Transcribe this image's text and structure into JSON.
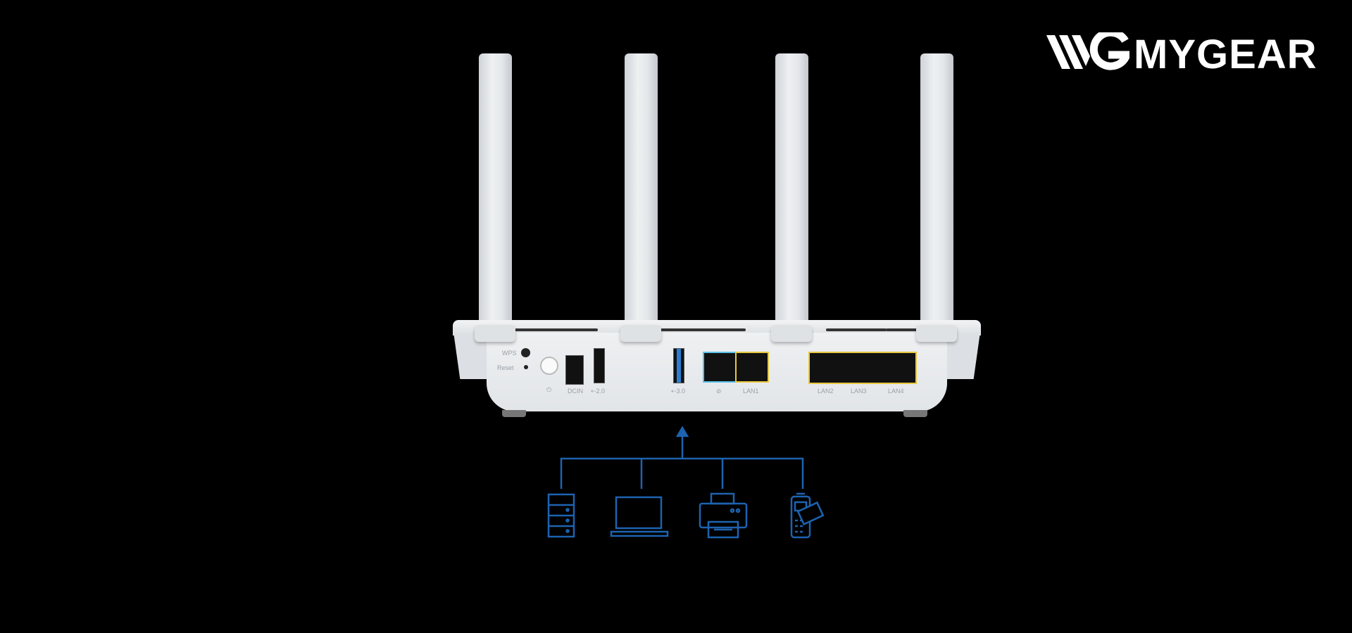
{
  "brand": {
    "name": "MYGEAR",
    "logo_mark": "MG"
  },
  "router": {
    "labels": {
      "wps": "WPS",
      "reset": "Reset",
      "power": "⏻",
      "dcin": "DCIN",
      "usb2": "⇠2.0",
      "usb3": "⇠3.0",
      "wan": "⊘",
      "lan1": "LAN1",
      "lan2": "LAN2",
      "lan3": "LAN3",
      "lan4": "LAN4"
    },
    "colors": {
      "wan_port": "#5bc0e8",
      "lan_port": "#e8c840",
      "body": "#e6e8eb"
    }
  },
  "diagram": {
    "color": "#1d63b0",
    "devices": [
      {
        "icon": "server-icon"
      },
      {
        "icon": "laptop-icon"
      },
      {
        "icon": "printer-icon"
      },
      {
        "icon": "pos-terminal-icon"
      }
    ]
  }
}
